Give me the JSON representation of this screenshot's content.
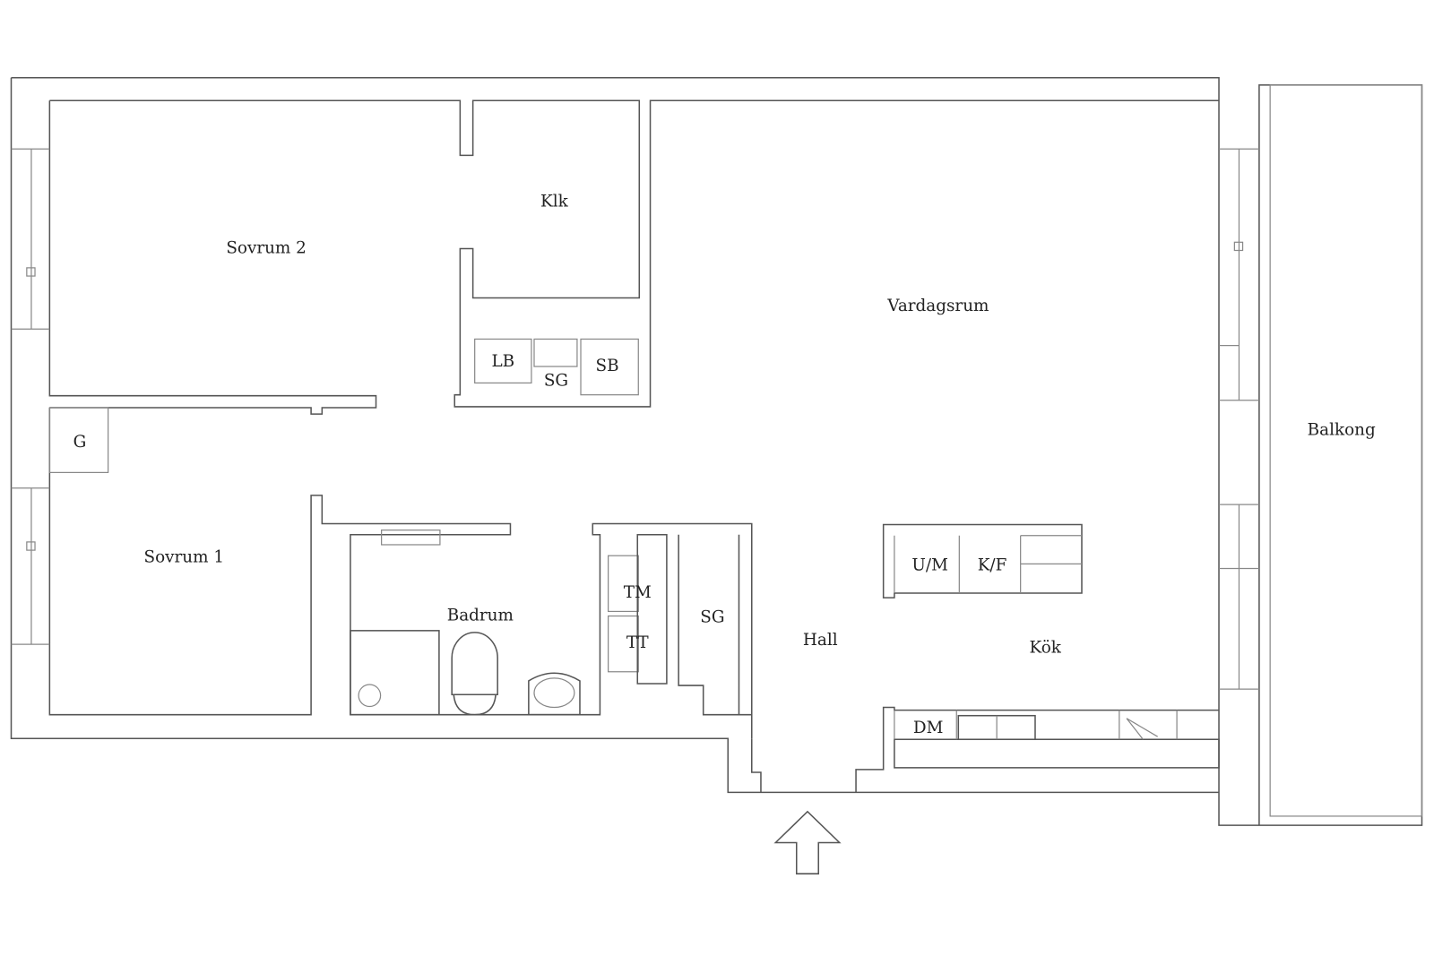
{
  "rooms": {
    "sovrum2": "Sovrum 2",
    "klk": "Klk",
    "vardagsrum": "Vardagsrum",
    "balkong": "Balkong",
    "sovrum1": "Sovrum 1",
    "badrum": "Badrum",
    "hall": "Hall",
    "kok": "Kök",
    "g": "G"
  },
  "fixtures": {
    "lb": "LB",
    "sg1": "SG",
    "sb": "SB",
    "tm": "TM",
    "tt": "TT",
    "sg2": "SG",
    "um": "U/M",
    "kf": "K/F",
    "dm": "DM"
  }
}
